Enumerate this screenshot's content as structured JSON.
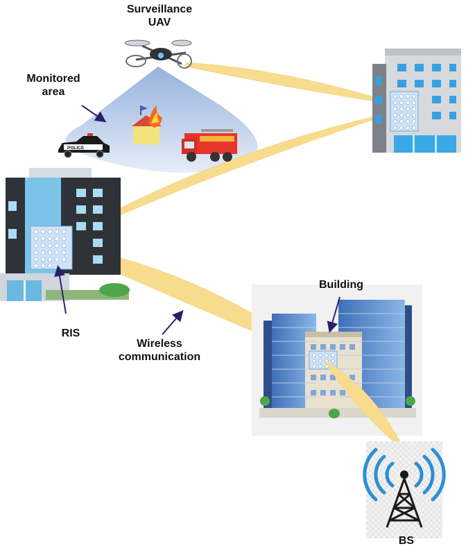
{
  "labels": {
    "uav_line1": "Surveillance",
    "uav_line2": "UAV",
    "monitored_line1": "Monitored",
    "monitored_line2": "area",
    "ris": "RIS",
    "wireless_line1": "Wireless",
    "wireless_line2": "communication",
    "building": "Building",
    "bs": "BS",
    "police_car_text": "POLICE"
  },
  "colors": {
    "beam": "#f8dc8e",
    "beam_edge": "#eccb70",
    "arrow": "#2a1f6b",
    "cone": "#8fb0dd",
    "antenna_waves": "#2b8fd6"
  },
  "icons": [
    "drone-icon",
    "police-car-icon",
    "fire-truck-icon",
    "burning-house-icon",
    "office-building-icon",
    "ris-panel-icon",
    "skyscraper-cluster-icon",
    "radio-tower-icon"
  ]
}
